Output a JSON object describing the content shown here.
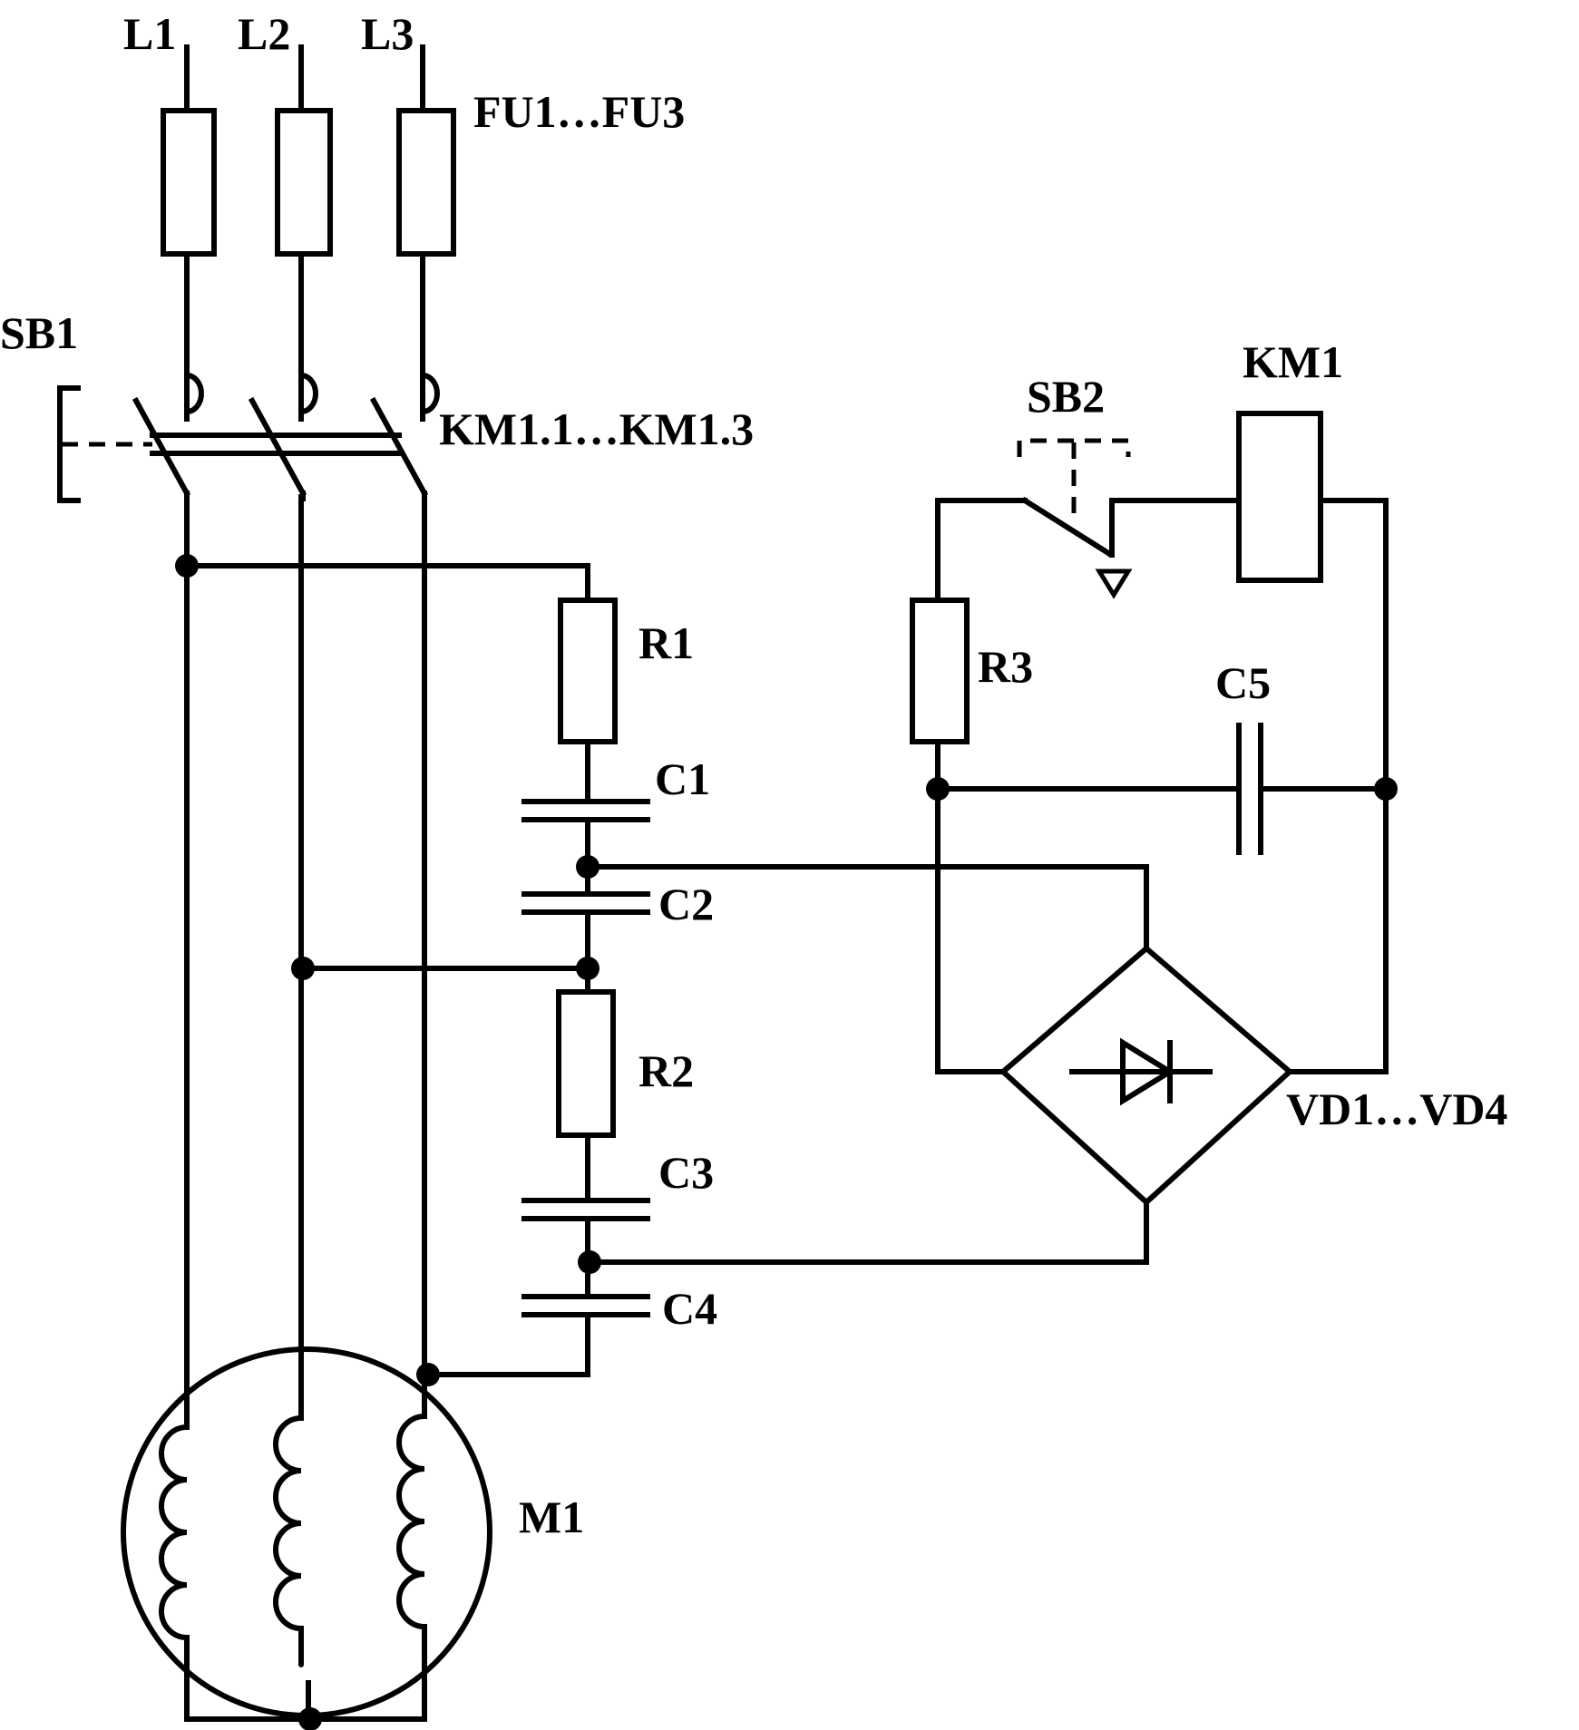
{
  "labels": {
    "l1": "L1",
    "l2": "L2",
    "l3": "L3",
    "fuses": "FU1…FU3",
    "sb1": "SB1",
    "km1_contacts": "KM1.1…KM1.3",
    "sb2": "SB2",
    "km1_coil": "KM1",
    "r1": "R1",
    "c1": "C1",
    "c2": "C2",
    "r2": "R2",
    "c3": "C3",
    "c4": "C4",
    "r3": "R3",
    "c5": "C5",
    "bridge": "VD1…VD4",
    "motor": "M1"
  },
  "colors": {
    "ink": "#000000",
    "paper": "#ffffff"
  }
}
